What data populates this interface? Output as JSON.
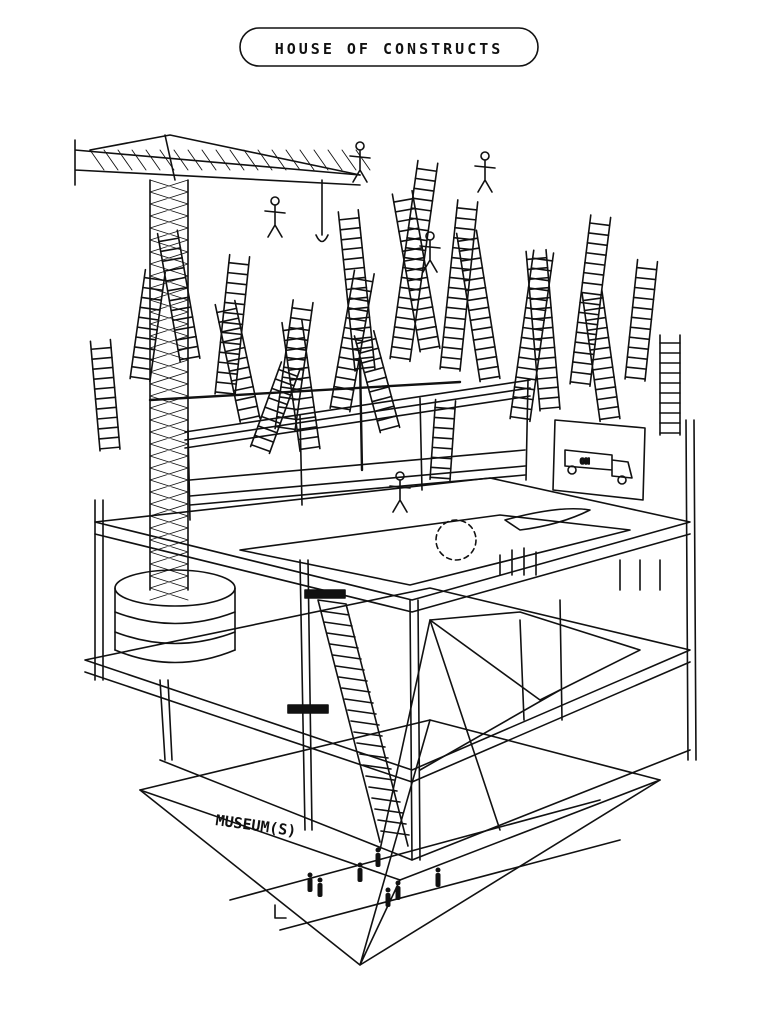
{
  "title": "HOUSE OF CONSTRUCTS",
  "labels": {
    "museum": "MUSEUM(S)",
    "truck_sign": "ON"
  },
  "colors": {
    "ink": "#111111",
    "paper": "#ffffff"
  }
}
